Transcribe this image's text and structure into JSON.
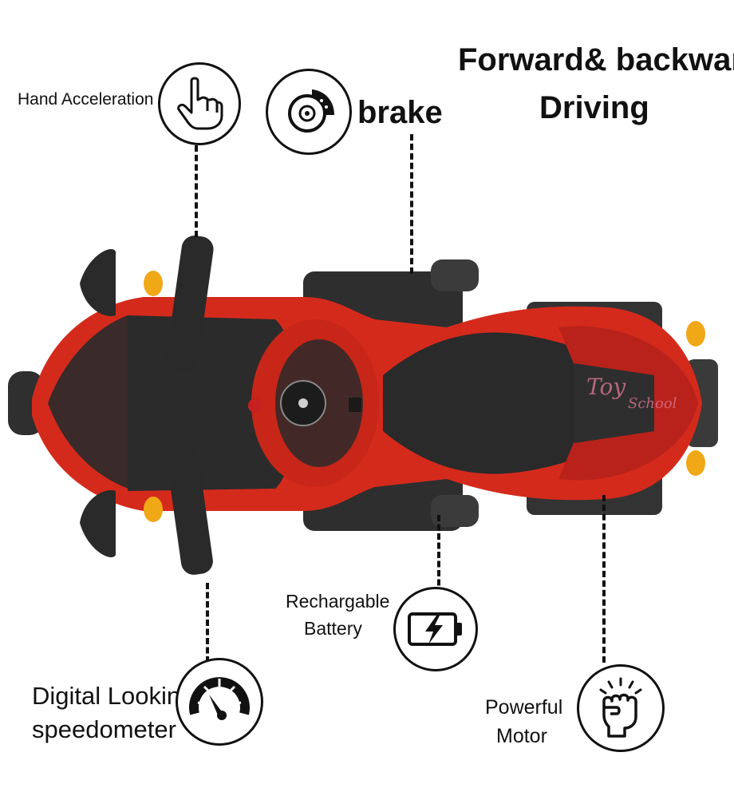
{
  "features": {
    "hand_acceleration": "Hand Acceleration",
    "brake": "brake",
    "forward_backward_line1": "Forward& backward",
    "forward_backward_line2": "Driving",
    "rechargable_battery_line1": "Rechargable",
    "rechargable_battery_line2": "Battery",
    "digital_speedometer_line1": "Digital Looking",
    "digital_speedometer_line2": "speedometer",
    "powerful_motor_line1": "Powerful",
    "powerful_motor_line2": "Motor"
  },
  "watermark": {
    "line1": "Toy",
    "line2": "School"
  },
  "icons": {
    "hand_acceleration": "pointing-hand-icon",
    "brake": "disc-brake-icon",
    "battery": "battery-charging-icon",
    "speedometer": "speedometer-icon",
    "motor": "fist-icon"
  },
  "colors": {
    "bike_body": "#d42a1c",
    "bike_dark": "#2a2a2a",
    "indicator": "#f0a817"
  }
}
